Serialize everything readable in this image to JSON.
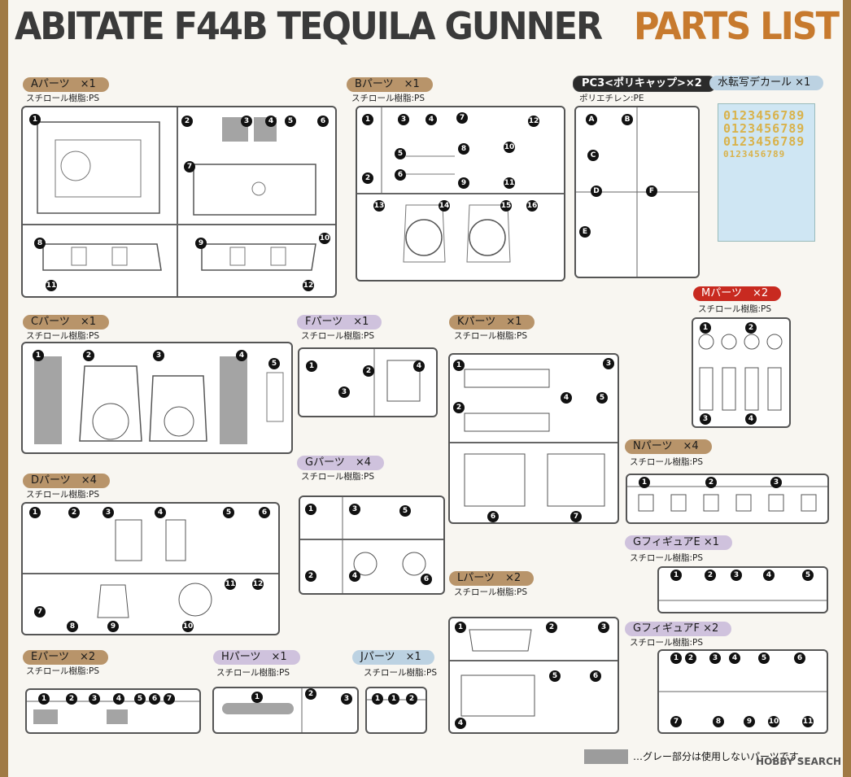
{
  "header": {
    "title": "ABITATE F44B TEQUILA GUNNER",
    "list_title": "PARTS LIST"
  },
  "groups": {
    "A": {
      "label": "Aパーツ　×1",
      "material": "スチロール樹脂:PS"
    },
    "B": {
      "label": "Bパーツ　×1",
      "material": "スチロール樹脂:PS"
    },
    "PC3": {
      "label": "PC3<ポリキャップ>×2",
      "material": "ポリエチレン:PE"
    },
    "decal": {
      "label": "水転写デカール ×1",
      "digits": "0123456789"
    },
    "M": {
      "label": "Mパーツ　×2",
      "material": "スチロール樹脂:PS"
    },
    "C": {
      "label": "Cパーツ　×1",
      "material": "スチロール樹脂:PS"
    },
    "F": {
      "label": "Fパーツ　×1",
      "material": "スチロール樹脂:PS"
    },
    "K": {
      "label": "Kパーツ　×1",
      "material": "スチロール樹脂:PS"
    },
    "N": {
      "label": "Nパーツ　×4",
      "material": "スチロール樹脂:PS"
    },
    "D": {
      "label": "Dパーツ　×4",
      "material": "スチロール樹脂:PS"
    },
    "G": {
      "label": "Gパーツ　×4",
      "material": "スチロール樹脂:PS"
    },
    "GE": {
      "label": "GフィギュアE ×1",
      "material": "スチロール樹脂:PS"
    },
    "L": {
      "label": "Lパーツ　×2",
      "material": "スチロール樹脂:PS"
    },
    "GF": {
      "label": "GフィギュアF ×2",
      "material": "スチロール樹脂:PS"
    },
    "E": {
      "label": "Eパーツ　×2",
      "material": "スチロール樹脂:PS"
    },
    "H": {
      "label": "Hパーツ　×1",
      "material": "スチロール樹脂:PS"
    },
    "J": {
      "label": "Jパーツ　×1",
      "material": "スチロール樹脂:PS"
    }
  },
  "legend": {
    "text": "…グレー部分は使用しないパーツです。"
  },
  "watermark": {
    "text": "HOBBY SEARCH"
  },
  "colors": {
    "brown": "#b8946a",
    "purple": "#cfc2dd",
    "blue": "#bcd2e2",
    "red": "#c82a20",
    "accent": "#c77a2e"
  }
}
